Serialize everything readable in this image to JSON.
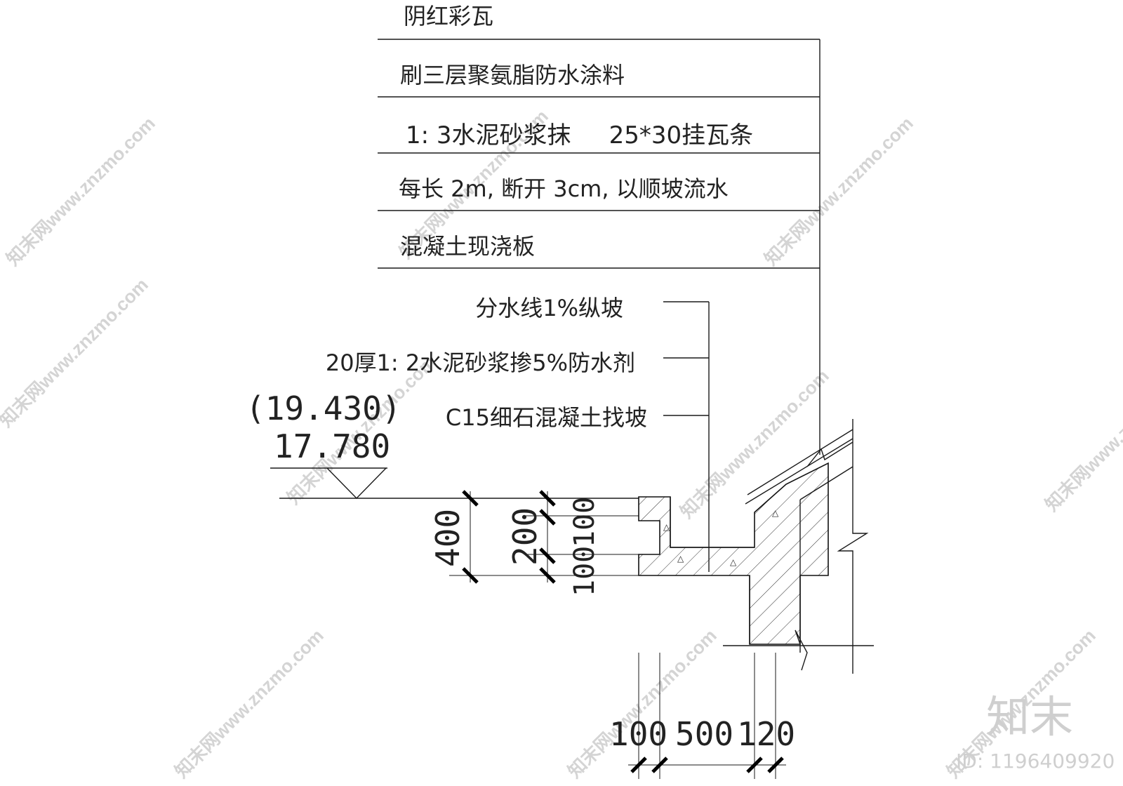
{
  "layers": [
    "阴红彩瓦",
    "刷三层聚氨脂防水涂料",
    "1: 3水泥砂浆抹     25*30挂瓦条",
    "每长 2m, 断开 3cm, 以顺坡流水",
    "混凝土现浇板"
  ],
  "gutter_notes": [
    "分水线1%纵坡",
    "20厚1: 2水泥砂浆掺5%防水剂",
    "C15细石混凝土找坡"
  ],
  "elevation": {
    "upper": "(19.430)",
    "lower": "17.780"
  },
  "dimensions": {
    "vertical_total": "400",
    "vertical_parts": [
      "200",
      "100",
      "100"
    ],
    "horizontal_parts": [
      "100",
      "500",
      "120"
    ]
  },
  "watermark": {
    "text": "知末网www.znzmo.com",
    "brand": "知末",
    "id": "ID: 1196409920"
  }
}
